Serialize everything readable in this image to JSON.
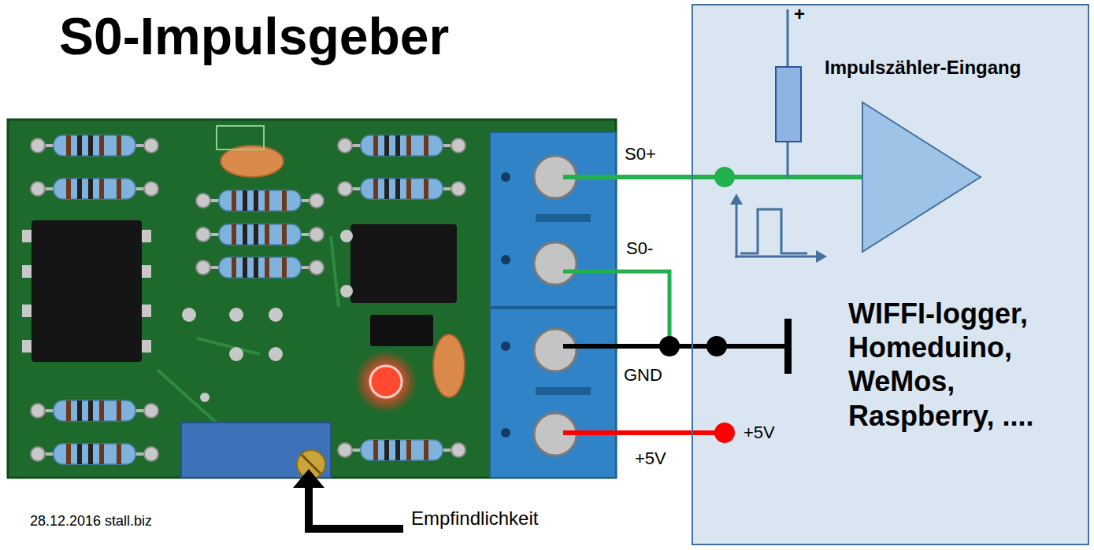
{
  "diagram": {
    "title": "S0-Impulsgeber",
    "nodes": [
      {
        "text": [
          "Impulszähler-Eingang",
          "WIFFI-logger, Homeduino, WeMos, Raspberry, ...."
        ]
      }
    ],
    "labels": [
      "+",
      "S0+",
      "S0-",
      "GND",
      "+5V",
      "+5V",
      "Empfindlichkeit",
      "28.12.2016 stall.biz"
    ]
  }
}
